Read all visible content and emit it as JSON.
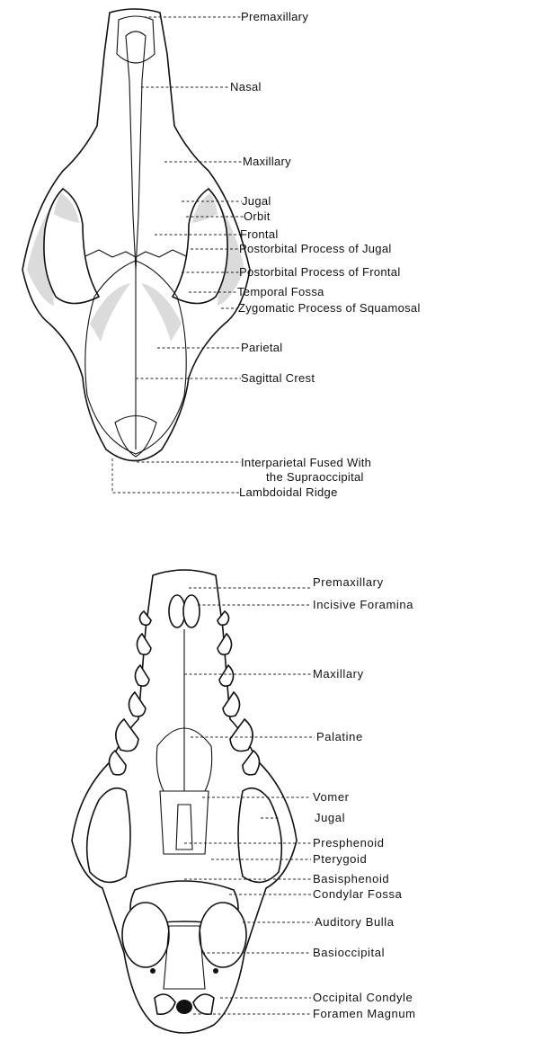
{
  "dorsal_view": {
    "labels": [
      "Premaxillary",
      "Nasal",
      "Maxillary",
      "Jugal",
      "Orbit",
      "Frontal",
      "Postorbital Process of Jugal",
      "Postorbital Process of Frontal",
      "Temporal Fossa",
      "Zygomatic Process of Squamosal",
      "Parietal",
      "Sagittal Crest",
      "Interparietal Fused With",
      "the Supraoccipital",
      "Lambdoidal Ridge"
    ]
  },
  "ventral_view": {
    "labels": [
      "Premaxillary",
      "Incisive Foramina",
      "Maxillary",
      "Palatine",
      "Vomer",
      "Jugal",
      "Presphenoid",
      "Pterygoid",
      "Basisphenoid",
      "Condylar Fossa",
      "Auditory Bulla",
      "Basioccipital",
      "Occipital Condyle",
      "Foramen Magnum"
    ]
  }
}
